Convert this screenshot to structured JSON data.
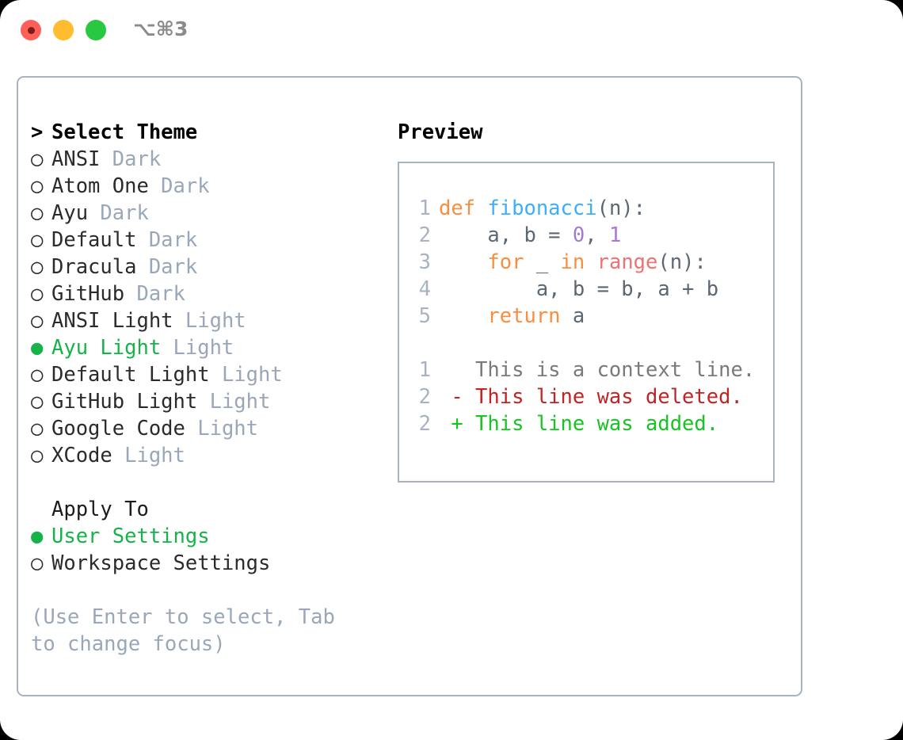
{
  "window": {
    "shortcut": "⌥⌘3",
    "traffic_lights": [
      {
        "name": "close",
        "color": "#ff5f57"
      },
      {
        "name": "minimize",
        "color": "#febc2e"
      },
      {
        "name": "maximize",
        "color": "#28c840"
      }
    ]
  },
  "theme_picker": {
    "header_marker": ">",
    "header_label": "Select Theme",
    "marker_selected": "●",
    "marker_unselected": "○",
    "items": [
      {
        "label": "ANSI",
        "tag": "Dark",
        "selected": false
      },
      {
        "label": "Atom One",
        "tag": "Dark",
        "selected": false
      },
      {
        "label": "Ayu",
        "tag": "Dark",
        "selected": false
      },
      {
        "label": "Default",
        "tag": "Dark",
        "selected": false
      },
      {
        "label": "Dracula",
        "tag": "Dark",
        "selected": false
      },
      {
        "label": "GitHub",
        "tag": "Dark",
        "selected": false
      },
      {
        "label": "ANSI Light",
        "tag": "Light",
        "selected": false
      },
      {
        "label": "Ayu Light",
        "tag": "Light",
        "selected": true
      },
      {
        "label": "Default Light",
        "tag": "Light",
        "selected": false
      },
      {
        "label": "GitHub Light",
        "tag": "Light",
        "selected": false
      },
      {
        "label": "Google Code",
        "tag": "Light",
        "selected": false
      },
      {
        "label": "XCode",
        "tag": "Light",
        "selected": false
      }
    ]
  },
  "apply_to": {
    "title": "Apply To",
    "items": [
      {
        "label": "User Settings",
        "selected": true
      },
      {
        "label": "Workspace Settings",
        "selected": false
      }
    ]
  },
  "hint": "(Use Enter to select, Tab to change focus)",
  "preview": {
    "title": "Preview",
    "code_lines": [
      {
        "n": "1",
        "tokens": [
          {
            "t": "def ",
            "c": "kw"
          },
          {
            "t": "fibonacci",
            "c": "fn"
          },
          {
            "t": "(n):",
            "c": "pl"
          }
        ]
      },
      {
        "n": "2",
        "tokens": [
          {
            "t": "    a, b = ",
            "c": "pl"
          },
          {
            "t": "0",
            "c": "num"
          },
          {
            "t": ", ",
            "c": "pl"
          },
          {
            "t": "1",
            "c": "num"
          }
        ]
      },
      {
        "n": "3",
        "tokens": [
          {
            "t": "    ",
            "c": "pl"
          },
          {
            "t": "for",
            "c": "kw"
          },
          {
            "t": " _ ",
            "c": "pl"
          },
          {
            "t": "in",
            "c": "kw"
          },
          {
            "t": " ",
            "c": "pl"
          },
          {
            "t": "range",
            "c": "bi"
          },
          {
            "t": "(n):",
            "c": "pl"
          }
        ]
      },
      {
        "n": "4",
        "tokens": [
          {
            "t": "        a, b = b, a + b",
            "c": "pl"
          }
        ]
      },
      {
        "n": "5",
        "tokens": [
          {
            "t": "    ",
            "c": "pl"
          },
          {
            "t": "return",
            "c": "kw"
          },
          {
            "t": " a",
            "c": "pl"
          }
        ]
      }
    ],
    "diff_lines": [
      {
        "n": "1",
        "sign": " ",
        "text": "This is a context line.",
        "kind": "ctx"
      },
      {
        "n": "2",
        "sign": "-",
        "text": "This line was deleted.",
        "kind": "del"
      },
      {
        "n": "2",
        "sign": "+",
        "text": "This line was added.",
        "kind": "add"
      }
    ]
  },
  "colors": {
    "accent_green": "#16b34a",
    "muted": "#9aa7b8",
    "border": "#a8b2c1",
    "kw": "#fa8d3e",
    "fn": "#3daeff",
    "num": "#a37acc",
    "builtin": "#f07171",
    "plain": "#5c6773",
    "diff_add": "#16c422",
    "diff_del": "#c02424"
  }
}
